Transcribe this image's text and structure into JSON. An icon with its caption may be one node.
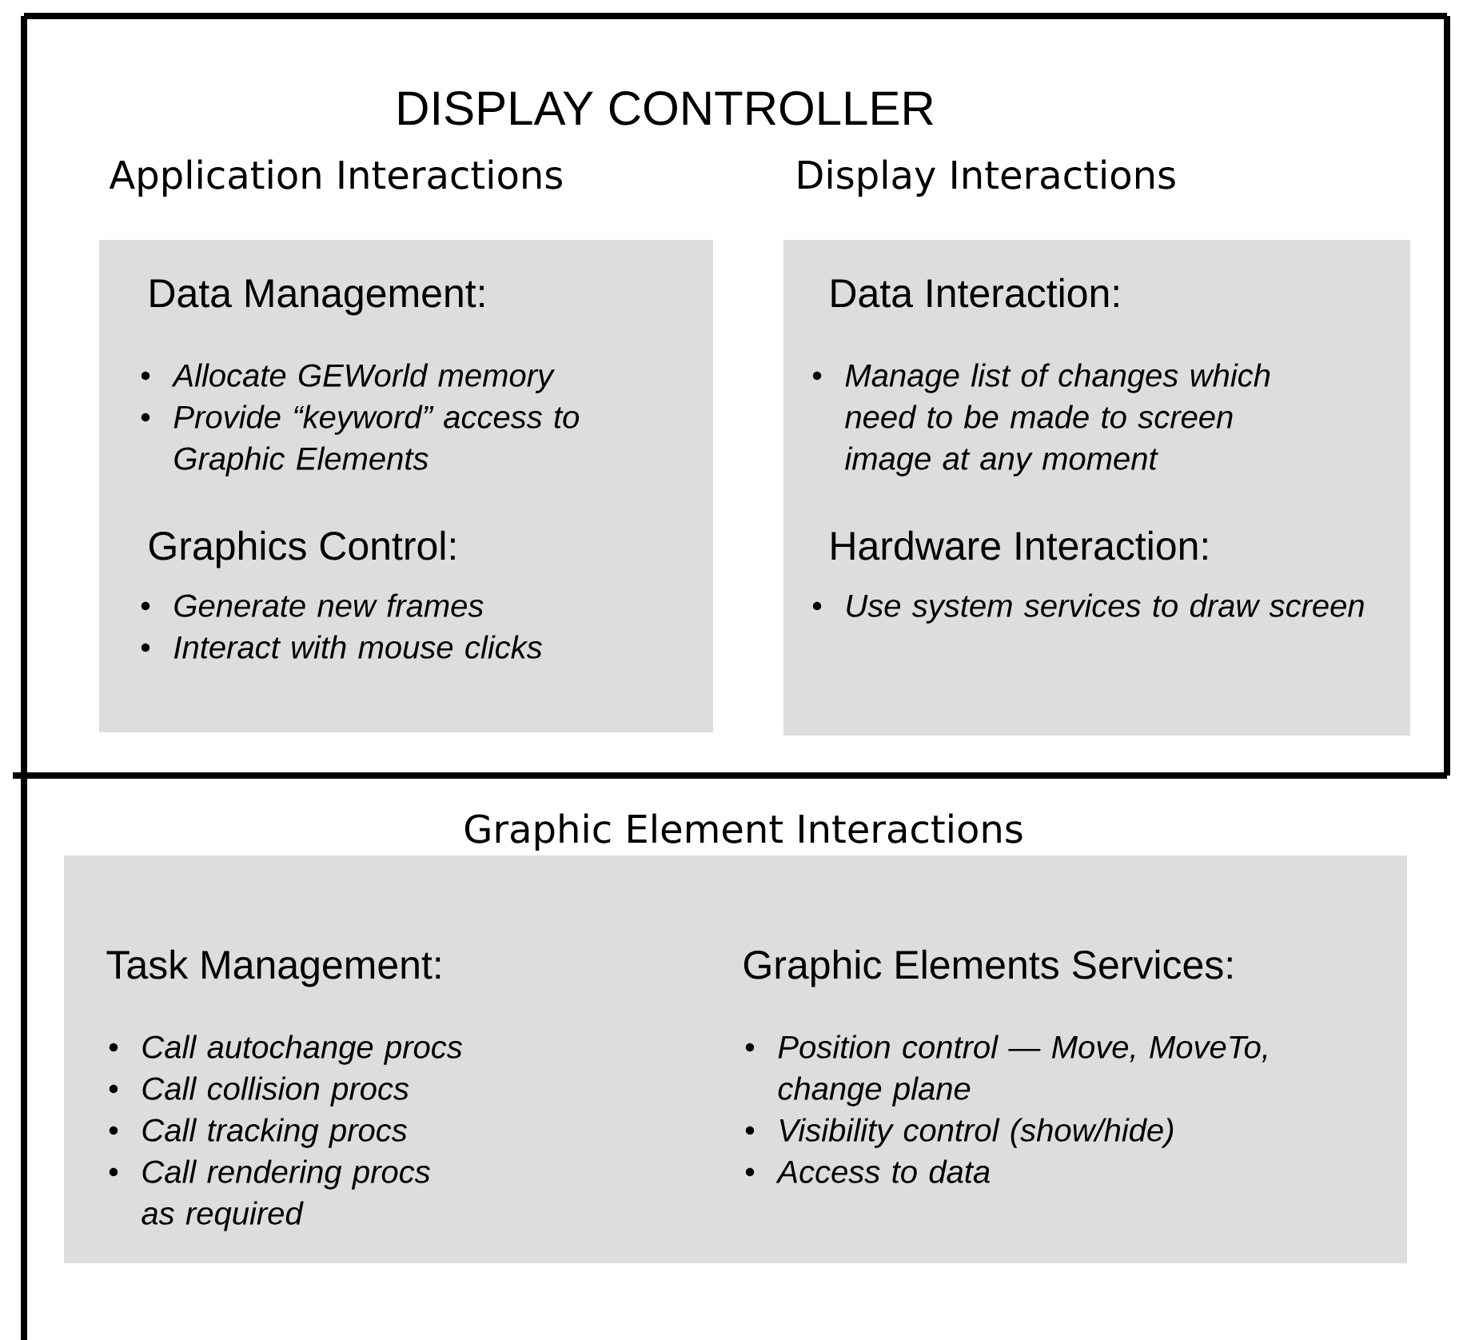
{
  "diagram": {
    "nodes": [
      {
        "text": [
          "DISPLAY CONTROLLER"
        ]
      },
      {
        "text": [
          "Application Interactions",
          "Data Management:",
          "Allocate GEWorld memory",
          "Provide “keyword” access to Graphic Elements",
          "Graphics Control:",
          "Generate new frames",
          "Interact with mouse clicks"
        ],
        "in": 0
      },
      {
        "text": [
          "Display Interactions",
          "Data Interaction:",
          "Manage list of changes which need to be made to screen image at any moment",
          "Hardware Interaction:",
          "Use system services to draw screen"
        ],
        "in": 0
      },
      {
        "text": [
          "Graphic Element Interactions"
        ]
      },
      {
        "text": [
          "Task Management:",
          "Call autochange procs",
          "Call collision procs",
          "Call tracking procs",
          "Call rendering procs as required",
          "Graphic Elements Services:",
          "Position control — Move, MoveTo, change plane",
          "Visibility control (show/hide)",
          "Access to data"
        ],
        "in": 3
      }
    ]
  }
}
